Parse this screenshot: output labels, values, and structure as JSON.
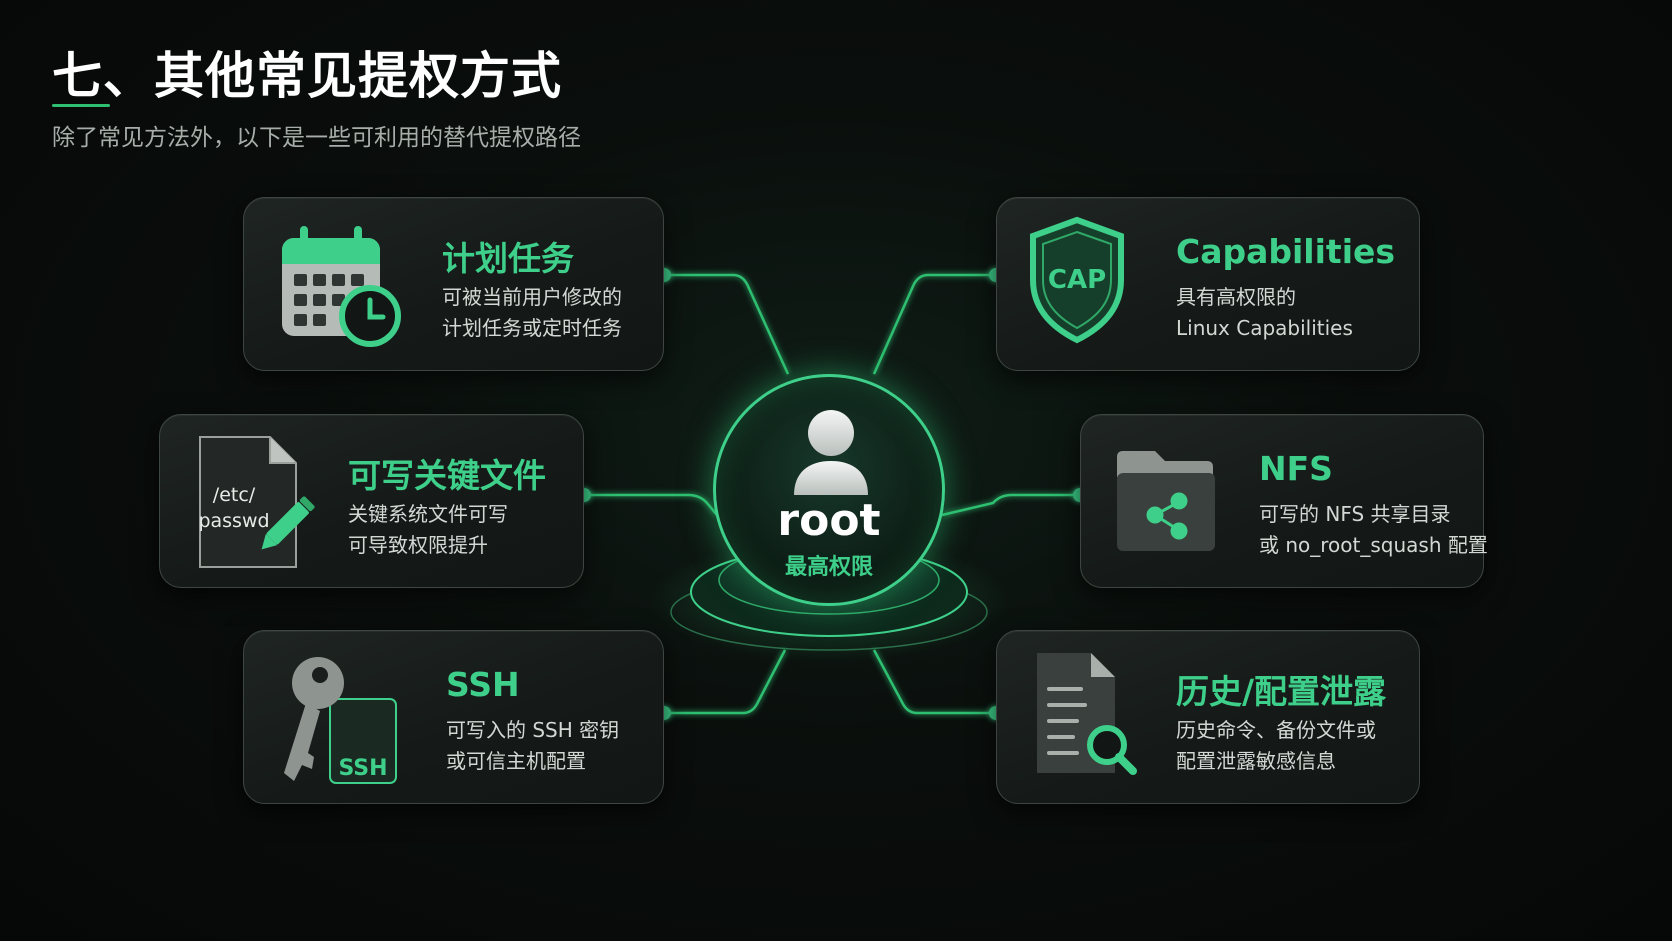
{
  "header": {
    "title": "七、其他常见提权方式",
    "subtitle": "除了常见方法外，以下是一些可利用的替代提权路径"
  },
  "colors": {
    "accent": "#3ed08a",
    "background": "#0a0e0c",
    "card_background": "#171c1a",
    "card_border": "#3d4642"
  },
  "center": {
    "label": "root",
    "sublabel": "最高权限",
    "icon": "user-icon"
  },
  "cards": [
    {
      "title": "计划任务",
      "desc": [
        "可被当前用户修改的",
        "计划任务或定时任务"
      ],
      "icon": "calendar-clock-icon"
    },
    {
      "title": "可写关键文件",
      "desc": [
        "关键系统文件可写",
        "可导致权限提升"
      ],
      "icon": "file-edit-icon",
      "icon_text": [
        "/etc/",
        "passwd"
      ]
    },
    {
      "title": "SSH",
      "desc": [
        "可写入的 SSH 密钥",
        "或可信主机配置"
      ],
      "icon": "key-icon",
      "icon_text": "SSH"
    },
    {
      "title": "Capabilities",
      "desc": [
        "具有高权限的",
        "Linux Capabilities"
      ],
      "icon": "shield-icon",
      "icon_text": "CAP"
    },
    {
      "title": "NFS",
      "desc": [
        "可写的 NFS 共享目录",
        "或 no_root_squash 配置"
      ],
      "icon": "shared-folder-icon"
    },
    {
      "title": "历史/配置泄露",
      "desc": [
        "历史命令、备份文件或",
        "配置泄露敏感信息"
      ],
      "icon": "document-search-icon"
    }
  ]
}
